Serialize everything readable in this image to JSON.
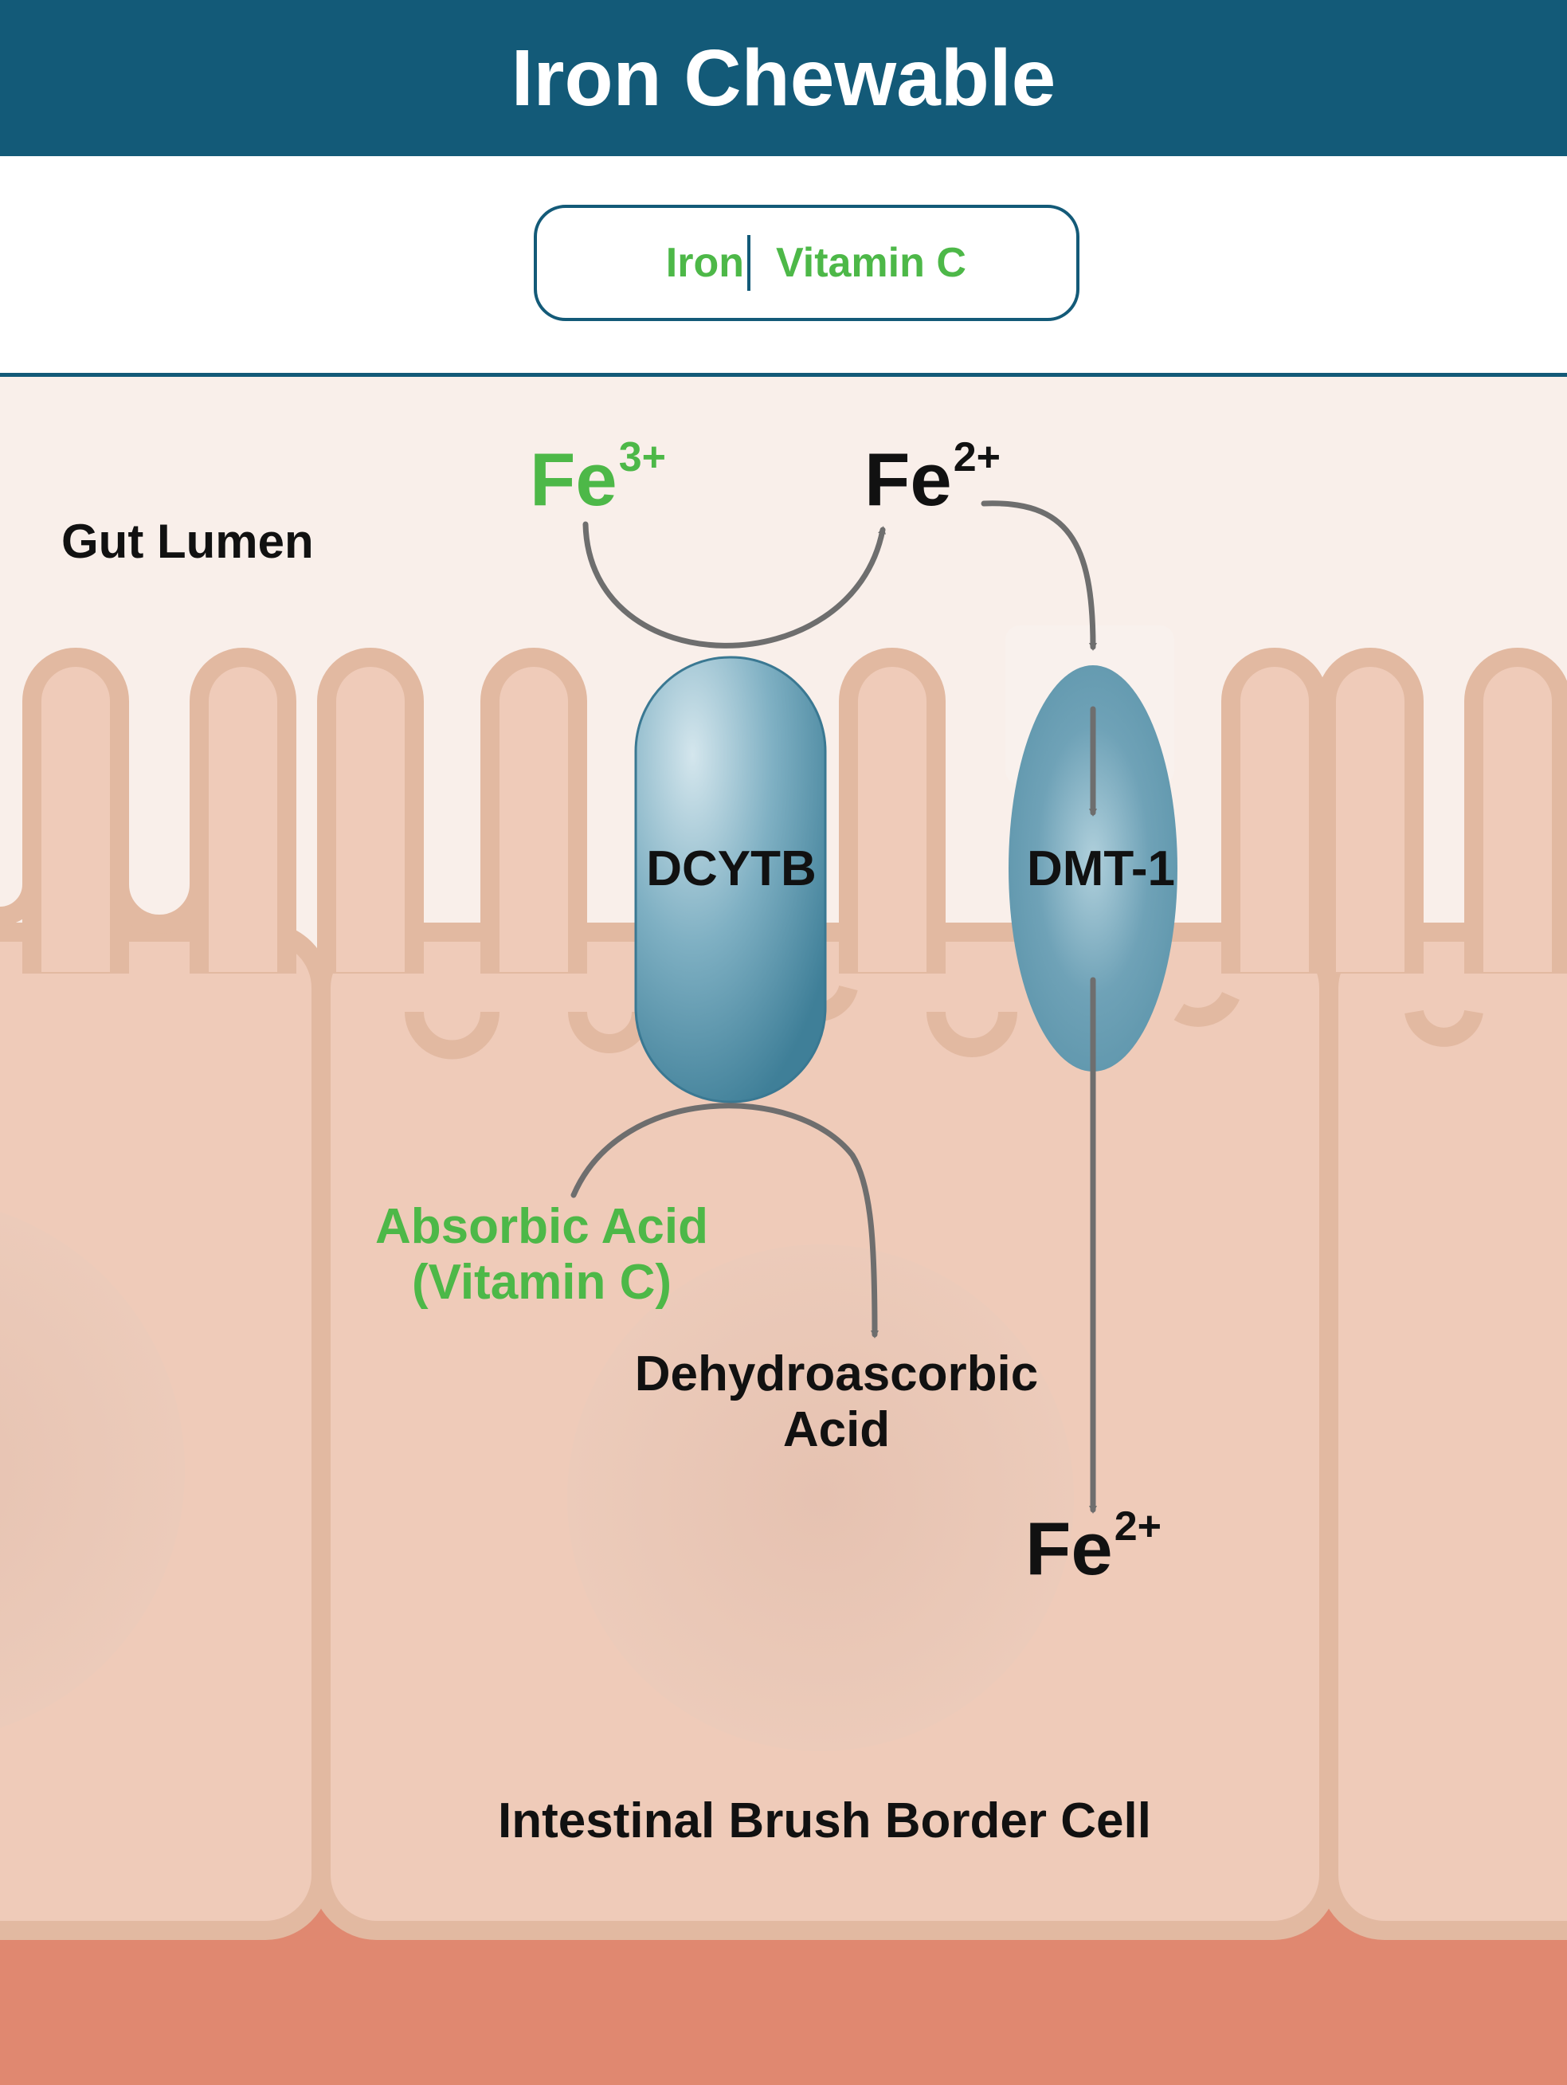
{
  "header": {
    "title": "Iron Chewable"
  },
  "ingredients": [
    "Iron",
    "Vitamin C"
  ],
  "labels": {
    "gut_lumen": "Gut Lumen",
    "fe3_symbol": "Fe",
    "fe3_charge": "3+",
    "fe2_symbol": "Fe",
    "fe2_charge": "2+",
    "dcytb": "DCYTB",
    "dmt1": "DMT-1",
    "ascorbic_line1": "Absorbic Acid",
    "ascorbic_line2": "(Vitamin C)",
    "dehydro_line1": "Dehydroascorbic",
    "dehydro_line2": "Acid",
    "fe2_cell_symbol": "Fe",
    "fe2_cell_charge": "2+",
    "cell": "Intestinal Brush Border Cell"
  },
  "colors": {
    "header": "#135a78",
    "accent_green": "#4db848",
    "lumen": "#f9efea",
    "cell": "#efcbb9",
    "cell_outline": "#e2b9a1",
    "tissue": "#e08870",
    "transporter": "#5f9ab2",
    "arrow": "#6e6e6e"
  }
}
